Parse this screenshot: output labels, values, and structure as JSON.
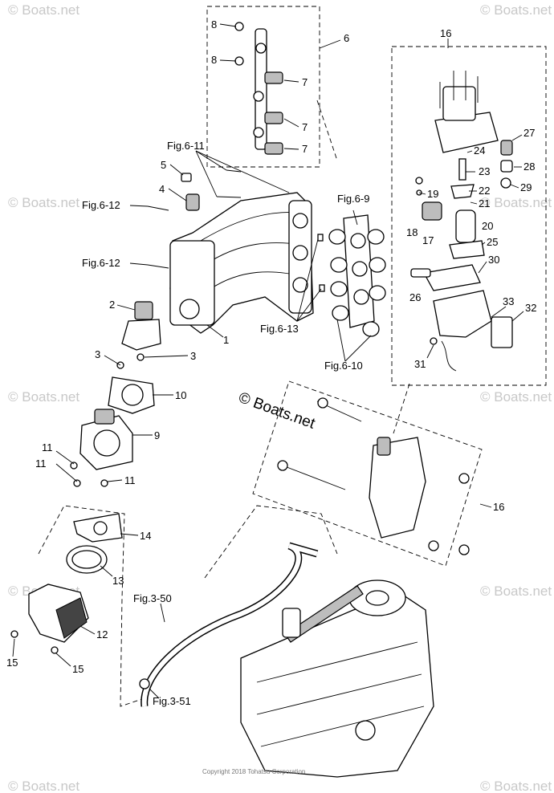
{
  "watermark_text": "© Boats.net",
  "brand_watermark": "© Boats.net",
  "copyright": "Copyright 2018 Tohatsu Corporation",
  "callouts": {
    "c1": "1",
    "c2": "2",
    "c3a": "3",
    "c3b": "3",
    "c4": "4",
    "c5": "5",
    "c6": "6",
    "c7a": "7",
    "c7b": "7",
    "c7c": "7",
    "c8a": "8",
    "c8b": "8",
    "c9": "9",
    "c10": "10",
    "c11a": "11",
    "c11b": "11",
    "c11c": "11",
    "c12": "12",
    "c13": "13",
    "c14": "14",
    "c15a": "15",
    "c15b": "15",
    "c16a": "16",
    "c16b": "16",
    "c17": "17",
    "c18": "18",
    "c19": "19",
    "c20": "20",
    "c21": "21",
    "c22": "22",
    "c23": "23",
    "c24": "24",
    "c25": "25",
    "c26": "26",
    "c27": "27",
    "c28": "28",
    "c29": "29",
    "c30": "30",
    "c31": "31",
    "c32": "32",
    "c33": "33"
  },
  "figure_refs": {
    "fig611": "Fig.6-11",
    "fig612a": "Fig.6-12",
    "fig612b": "Fig.6-12",
    "fig69": "Fig.6-9",
    "fig613": "Fig.6-13",
    "fig610": "Fig.6-10",
    "fig350": "Fig.3-50",
    "fig351": "Fig.3-51"
  }
}
